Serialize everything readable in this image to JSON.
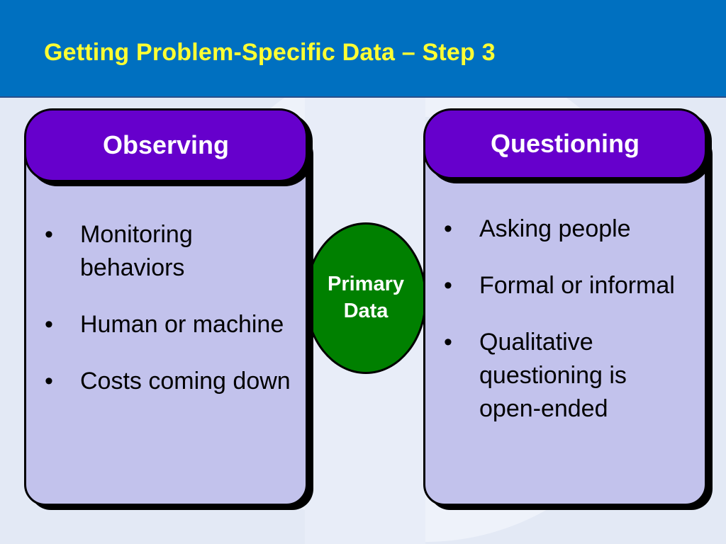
{
  "slide": {
    "title": "Getting Problem-Specific Data – Step 3"
  },
  "center": {
    "label_line1": "Primary",
    "label_line2": "Data",
    "color": "#008000"
  },
  "left_panel": {
    "heading": "Observing",
    "bullets": [
      "Monitoring behaviors",
      "Human or machine",
      "Costs coming down"
    ]
  },
  "right_panel": {
    "heading": "Questioning",
    "bullets": [
      "Asking people",
      "Formal or informal",
      "Qualitative questioning is open-ended"
    ]
  },
  "colors": {
    "header": "#0070c0",
    "title": "#ffff33",
    "tab": "#6600cc",
    "panel": "#c2c2ec",
    "background": "#e3e9f5"
  }
}
